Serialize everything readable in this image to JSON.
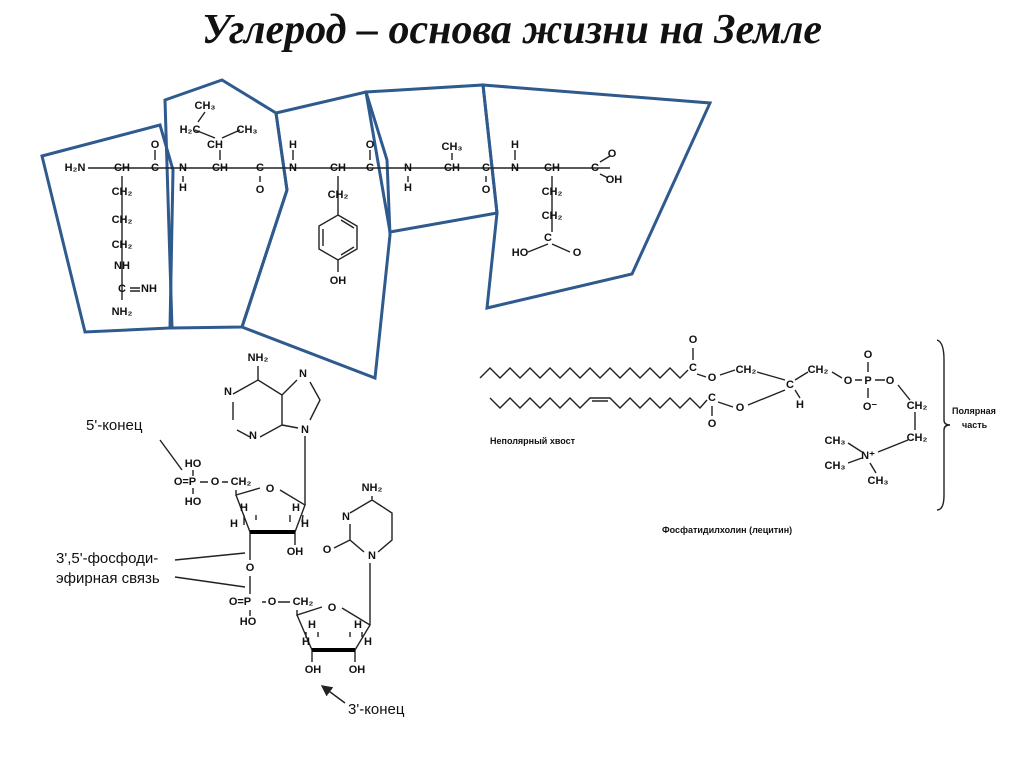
{
  "title": "Углерод – основа жизни на Земле",
  "peptide_atoms": [
    "H₂N",
    "CH",
    "C",
    "O",
    "N",
    "H",
    "CH",
    "C",
    "O",
    "N",
    "H",
    "CH",
    "C",
    "O",
    "N",
    "H",
    "CH",
    "CH₃",
    "C",
    "O",
    "N",
    "H",
    "CH",
    "C",
    "O",
    "OH",
    "CH₂",
    "CH₂",
    "CH₂",
    "NH",
    "C",
    "NH",
    "NH₂",
    "CH",
    "H₂C",
    "CH₃",
    "CH₃",
    "CH₂",
    "OH",
    "CH₂",
    "CH₂",
    "C",
    "HO",
    "O"
  ],
  "lipid_atoms": [
    "C",
    "O",
    "O",
    "CH₂",
    "C",
    "H",
    "CH₂",
    "O",
    "P",
    "O",
    "O⁻",
    "O",
    "CH₂",
    "CH₂",
    "N⁺",
    "CH₃",
    "CH₃",
    "CH₃",
    "C",
    "O",
    "O"
  ],
  "lipid_labels": {
    "tail": "Неполярный хвост",
    "polar_line1": "Полярная",
    "polar_line2": "часть",
    "name": "Фосфатидилхолин (лецитин)"
  },
  "nucleotide_atoms": [
    "NH₂",
    "N",
    "N",
    "N",
    "N",
    "HO",
    "O=P",
    "HO",
    "O",
    "CH₂",
    "O",
    "H",
    "H",
    "H",
    "H",
    "OH",
    "O",
    "O=P",
    "HO",
    "O",
    "CH₂",
    "O",
    "H",
    "H",
    "H",
    "H",
    "OH",
    "OH",
    "NH₂",
    "N",
    "O",
    "N"
  ],
  "nucleotide_labels": {
    "five_end": "5'-конец",
    "bond_line1": "3',5'-фосфоди-",
    "bond_line2": "эфирная связь",
    "three_end": "3'-конец"
  },
  "colors": {
    "frame": "#2e5a8e"
  }
}
